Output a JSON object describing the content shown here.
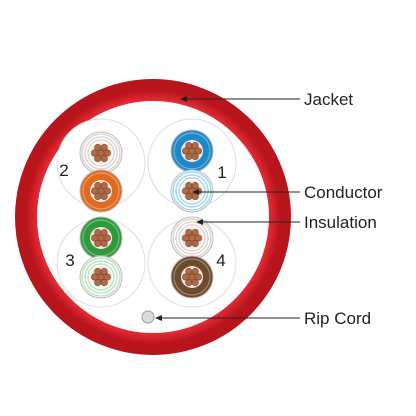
{
  "callouts": {
    "jacket": "Jacket",
    "conductor": "Conductor",
    "insulation": "Insulation",
    "rip_cord": "Rip Cord"
  },
  "pair_numbers": [
    "1",
    "2",
    "3",
    "4"
  ],
  "colors": {
    "jacket": "#d8202a",
    "jacket_dark": "#a8141c",
    "conductor_copper": "#b06a45",
    "blue": "#1e88c8",
    "blue_stripe": "#a8d8ee",
    "orange": "#e06a1e",
    "orange_stripe": "#f0d4bc",
    "green": "#2e9a3c",
    "green_stripe": "#bfe3c6",
    "brown": "#6e4a2e",
    "brown_stripe": "#ded6d2",
    "rip_cord": "#d9d9d9"
  }
}
